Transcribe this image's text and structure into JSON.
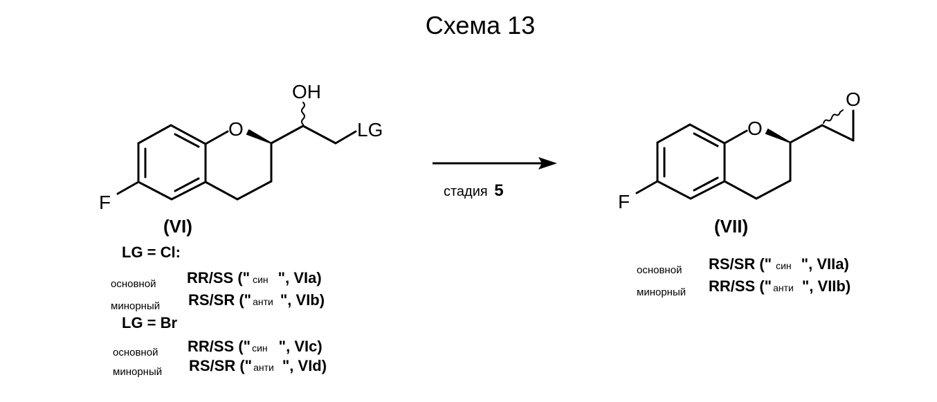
{
  "title": "Схема 13",
  "reaction": {
    "step_label": "стадия",
    "step_number": "5"
  },
  "reactant": {
    "label": "(VI)",
    "atoms": {
      "oxygen": "O",
      "hydroxyl": "OH",
      "leaving_group": "LG",
      "fluorine": "F"
    },
    "groups": [
      {
        "heading": "LG = Cl:",
        "rows": [
          {
            "role": "основной",
            "config": "RR/SS (\"",
            "desc": "син",
            "suffix": "\", VIa)"
          },
          {
            "role": "минорный",
            "config": "RS/SR (\"",
            "desc": "анти",
            "suffix": "\", VIb)"
          }
        ]
      },
      {
        "heading": "LG = Br",
        "rows": [
          {
            "role": "основной",
            "config": "RR/SS (\"",
            "desc": "син",
            "suffix": "\", VIc)"
          },
          {
            "role": "минорный",
            "config": "RS/SR (\"",
            "desc": "анти",
            "suffix": "\", VId)"
          }
        ]
      }
    ]
  },
  "product": {
    "label": "(VII)",
    "atoms": {
      "oxygen": "O",
      "epoxide_oxygen": "O",
      "fluorine": "F"
    },
    "rows": [
      {
        "role": "основной",
        "config": "RS/SR (\"",
        "desc": "син",
        "suffix": "\", VIIa)"
      },
      {
        "role": "минорный",
        "config": "RR/SS (\"",
        "desc": "анти",
        "suffix": "\", VIIb)"
      }
    ]
  }
}
